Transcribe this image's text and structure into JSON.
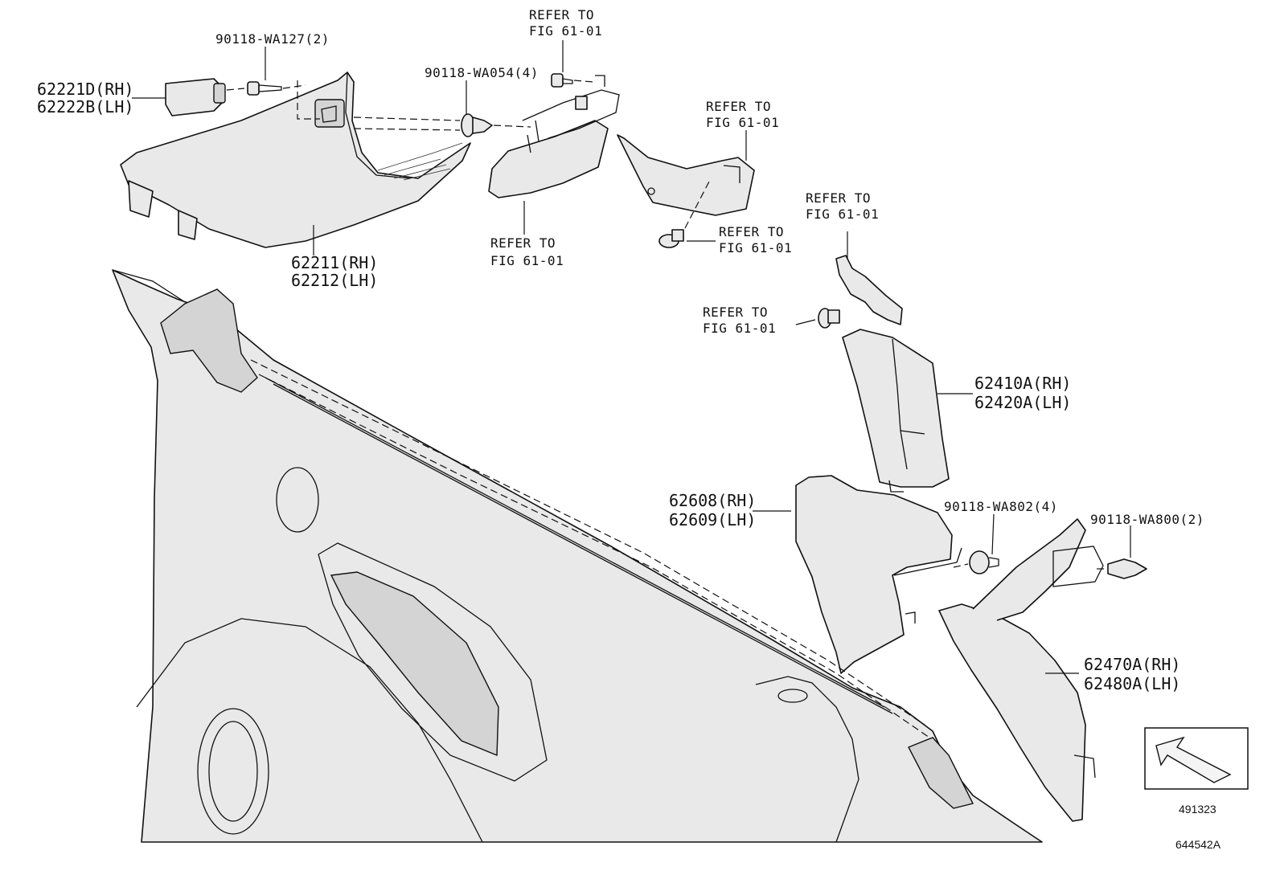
{
  "labels": {
    "wa127": "90118-WA127(2)",
    "p62221_rh": "62221D(RH)",
    "p62222_lh": "62222B(LH)",
    "wa054": "90118-WA054(4)",
    "ref_top_1": "REFER TO",
    "ref_top_2": "FIG 61-01",
    "ref_upper_right_1": "REFER TO",
    "ref_upper_right_2": "FIG 61-01",
    "ref_bracket_screw_1": "REFER TO",
    "ref_bracket_screw_2": "FIG 61-01",
    "ref_under_panel_1": "REFER TO",
    "ref_under_panel_2": "FIG 61-01",
    "p62211_rh": "62211(RH)",
    "p62212_lh": "62212(LH)",
    "ref_right_1": "REFER TO",
    "ref_right_2": "FIG 61-01",
    "ref_mid_left_1": "REFER TO",
    "ref_mid_left_2": "FIG 61-01",
    "p62410_rh": "62410A(RH)",
    "p62420_lh": "62420A(LH)",
    "p62608_rh": "62608(RH)",
    "p62609_lh": "62609(LH)",
    "wa802": "90118-WA802(4)",
    "wa800": "90118-WA800(2)",
    "p62470_rh": "62470A(RH)",
    "p62480_lh": "62480A(LH)",
    "legend_code": "491323",
    "diagram_code": "644542A"
  },
  "colors": {
    "background": "#ffffff",
    "line": "#111111",
    "part_fill": "#e9e9e9"
  }
}
